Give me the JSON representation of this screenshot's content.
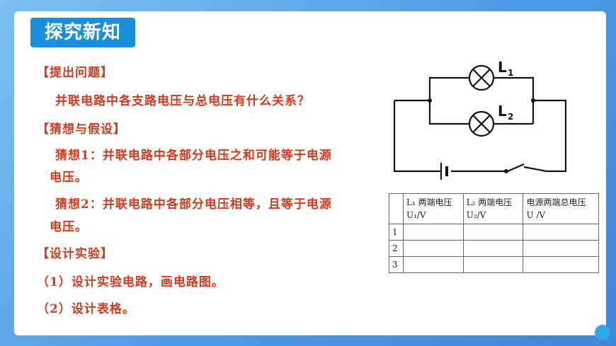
{
  "badge": "探究新知",
  "lines": {
    "ask_header": "【提出问题】",
    "question": "并联电路中各支路电压与总电压有什么关系？",
    "guess_header": "【猜想与假设】",
    "guess1_a": "猜想1：并联电路中各部分电压之和可能等于电源",
    "guess1_b": "电压。",
    "guess2_a": "猜想2：并联电路中各部分电压相等，且等于电源",
    "guess2_b": "电压。",
    "design_header": "【设计实验】",
    "step1": "（1）设计实验电路，画电路图。",
    "step2": "（2）设计表格。"
  },
  "circuit": {
    "lamp1": "L",
    "lamp1_sub": "1",
    "lamp2": "L",
    "lamp2_sub": "2"
  },
  "table": {
    "headers": [
      "",
      "L₁ 两端电压 U₁/V",
      "L₂ 两端电压 U₂/V",
      "电源两端总电压 U /V"
    ],
    "rows": [
      "1",
      "2",
      "3"
    ]
  }
}
